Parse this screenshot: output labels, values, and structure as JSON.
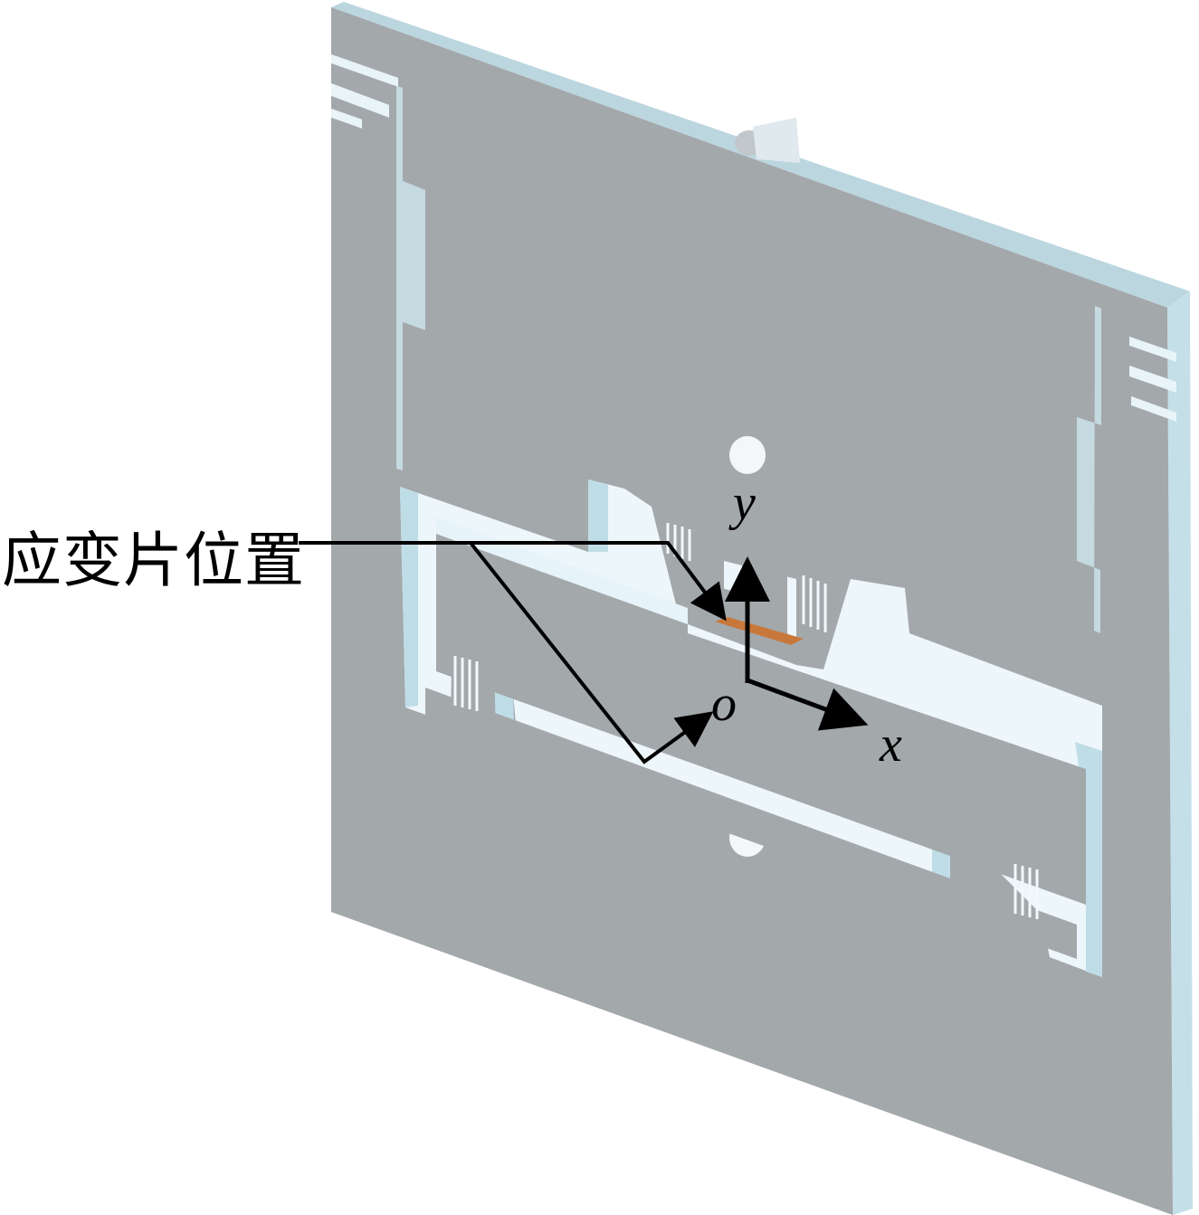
{
  "labels": {
    "strain_gauge_position": "应变片位置",
    "axis_y": "y",
    "axis_x": "x",
    "origin": "o"
  },
  "colors": {
    "plate_face": "#a3a8ab",
    "plate_edge_light": "#c9e6ef",
    "plate_edge_dark": "#8d9396",
    "slot_light": "#eaf6fa",
    "strain_gauge": "#c8773a",
    "annotation": "#000000"
  }
}
